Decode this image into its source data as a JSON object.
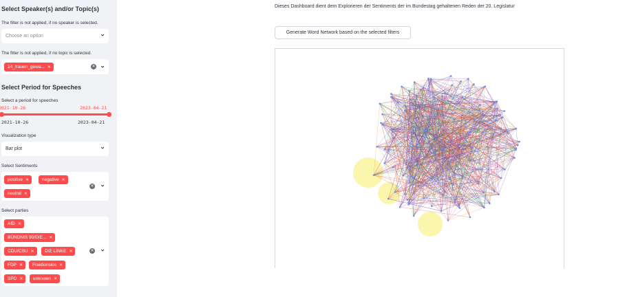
{
  "sidebar": {
    "speaker_topic_header": "Select Speaker(s) and/or Topic(s)",
    "speaker_caption": "The filter is not applied, if no speaker is selected.",
    "speaker_placeholder": "Choose an option",
    "topic_caption": "The filter is not applied, if no topic is selected.",
    "topic_tags": [
      "14_frauen_gewa..."
    ],
    "period_header": "Select Period for Speeches",
    "period_caption": "Select a period for speeches",
    "period_start": "2021-10-26",
    "period_end": "2023-04-21",
    "period_min": "2021-10-26",
    "period_max": "2023-04-21",
    "viz_caption": "Visualization type",
    "viz_value": "Bar plot",
    "sentiments_caption": "Select Sentiments",
    "sentiment_tags": [
      "positive",
      "negative",
      "neutral"
    ],
    "parties_caption": "Select parties",
    "party_tags": [
      "AfD",
      "BÜNDNIS 90/DIE...",
      "CDU/CSU",
      "DIE LINKE",
      "FDP",
      "Fraktionslos",
      "SPD",
      "unknown"
    ]
  },
  "main": {
    "intro_text": "Dieses Dashboard dient dem Explorieren der Sentiments der im Bundestag gehaltenen Reden der 20. Legislatur",
    "generate_button": "Generate Word Network based on the selected filters"
  },
  "colors": {
    "accent": "#ff4b4b",
    "sidebar_bg": "#f0f2f6",
    "network": [
      "#d93b3b",
      "#3a4fd8",
      "#3aa04a",
      "#8a3ab8",
      "#ff7a30",
      "#e8e84a",
      "#555555"
    ]
  },
  "icons": {
    "dropdown": "chevron-down-icon",
    "clear": "clear-circle-icon",
    "remove_tag": "x-icon"
  }
}
